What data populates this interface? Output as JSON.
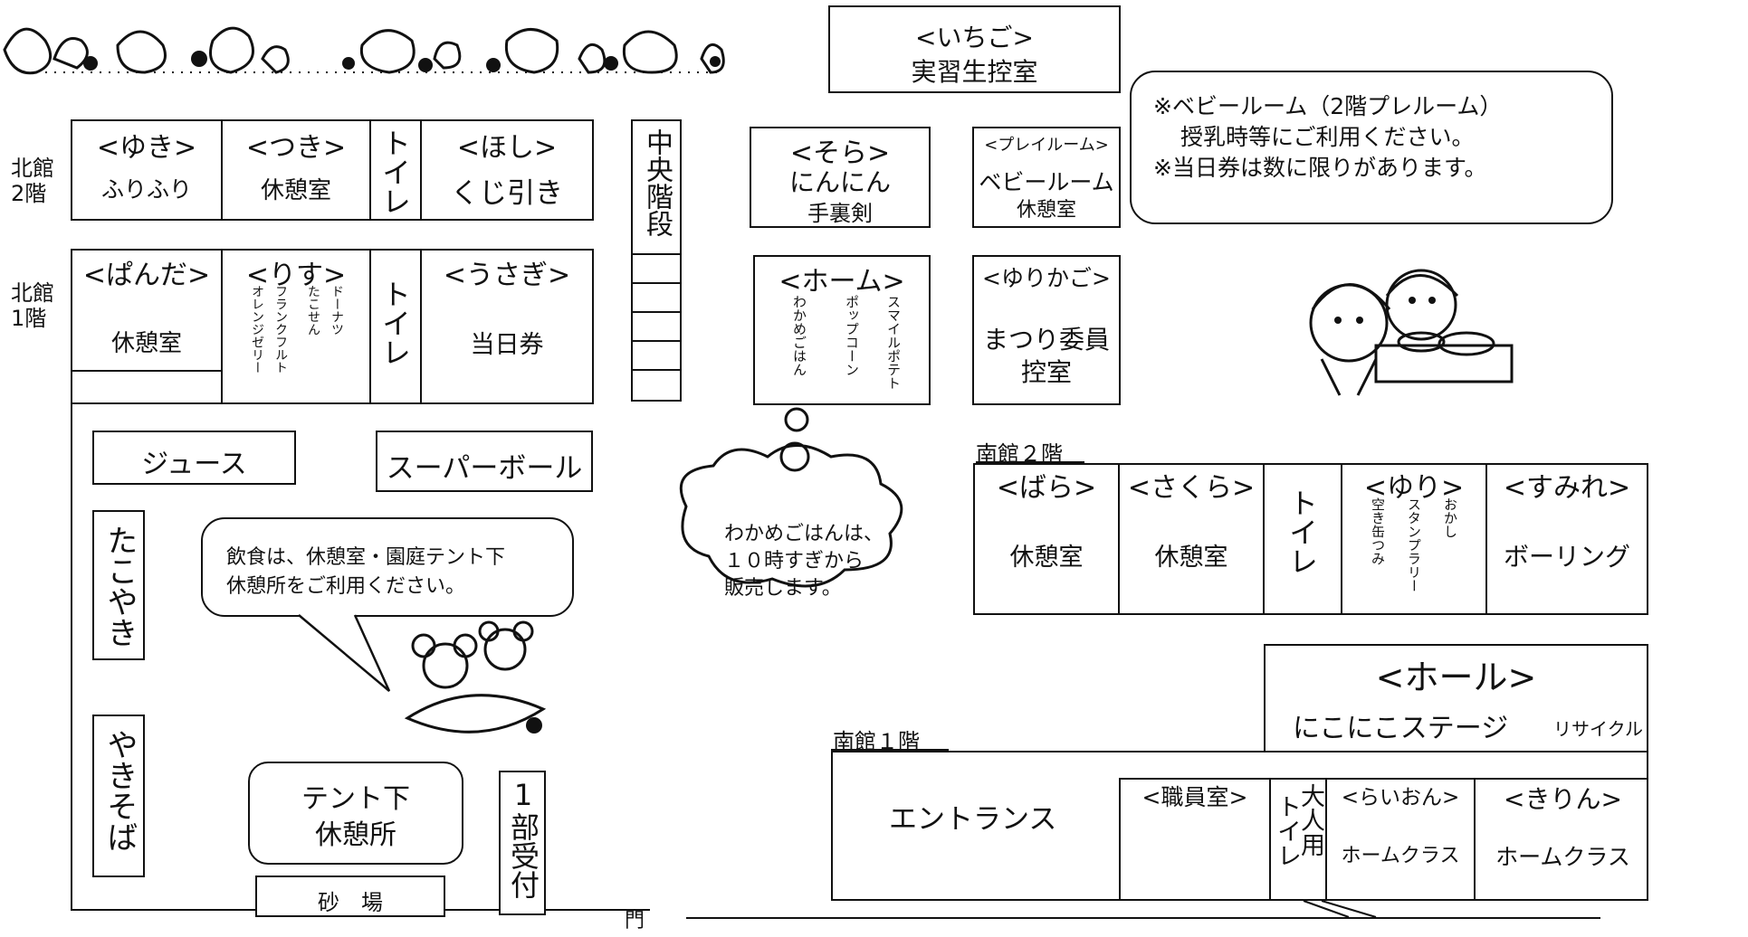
{
  "north_building": {
    "floor2_label": "北館\n2階",
    "floor1_label": "北館\n1階",
    "floor2_rooms": [
      {
        "name": "<ゆき>",
        "use": "ふりふり"
      },
      {
        "name": "<つき>",
        "use": "休憩室"
      },
      {
        "name": "",
        "use": "トイレ"
      },
      {
        "name": "<ほし>",
        "use": "くじ引き"
      }
    ],
    "floor1_rooms": [
      {
        "name": "<ぱんだ>",
        "use": "休憩室"
      },
      {
        "name": "<りす>",
        "uses": [
          "ドーナツ",
          "たこせん",
          "フランクフルト",
          "オレンジゼリー"
        ]
      },
      {
        "name": "",
        "use": "トイレ"
      },
      {
        "name": "<うさぎ>",
        "use": "当日券"
      }
    ]
  },
  "central_stairs": "中央階段",
  "practice_room": {
    "name": "<いちご>",
    "use": "実習生控室"
  },
  "sora": {
    "name": "<そら>",
    "use1": "にんにん",
    "use2": "手裏剣"
  },
  "playroom": {
    "name": "<プレイルーム>",
    "use1": "ベビールーム",
    "use2": "休憩室"
  },
  "home": {
    "name": "<ホーム>",
    "uses": [
      "スマイルポテト",
      "ポップコーン",
      "わかめごはん"
    ]
  },
  "yurikago": {
    "name": "<ゆりかご>",
    "use1": "まつり委員",
    "use2": "控室"
  },
  "notice": {
    "line1": "※ベビールーム（2階プレルーム）",
    "line2": "授乳時等にご利用ください。",
    "line3": "※当日券は数に限りがあります。"
  },
  "wakame_bubble": {
    "line1": "わかめごはんは、",
    "line2": "１０時すぎから",
    "line3": "販売します。"
  },
  "eating_bubble": {
    "line1": "飲食は、休憩室・園庭テント下",
    "line2": "休憩所をご利用ください。"
  },
  "yard": {
    "juice": "ジュース",
    "superball": "スーパーボール",
    "takoyaki": "たこやき",
    "yakisoba": "やきそば",
    "tent_line1": "テント下",
    "tent_line2": "休憩所",
    "sandbox": "砂　場",
    "reception": "1部受付"
  },
  "south_building": {
    "floor2_label": "南館２階",
    "floor1_label": "南館１階",
    "floor2_rooms": [
      {
        "name": "<ばら>",
        "use": "休憩室"
      },
      {
        "name": "<さくら>",
        "use": "休憩室"
      },
      {
        "name": "",
        "use": "トイレ"
      },
      {
        "name": "<ゆり>",
        "uses": [
          "おかし",
          "スタンプラリー",
          "空き缶つみ"
        ]
      },
      {
        "name": "<すみれ>",
        "use": "ボーリング"
      }
    ],
    "hall": {
      "name": "<ホール>",
      "use": "にこにこステージ",
      "sub": "リサイクル"
    },
    "entrance": "エントランス",
    "floor1_rooms": [
      {
        "name": "<職員室>",
        "use": ""
      },
      {
        "name": "",
        "use": "トイレ",
        "sub": "大人用"
      },
      {
        "name": "<らいおん>",
        "use": "ホームクラス"
      },
      {
        "name": "<きりん>",
        "use": "ホームクラス"
      }
    ]
  },
  "gate": "門"
}
